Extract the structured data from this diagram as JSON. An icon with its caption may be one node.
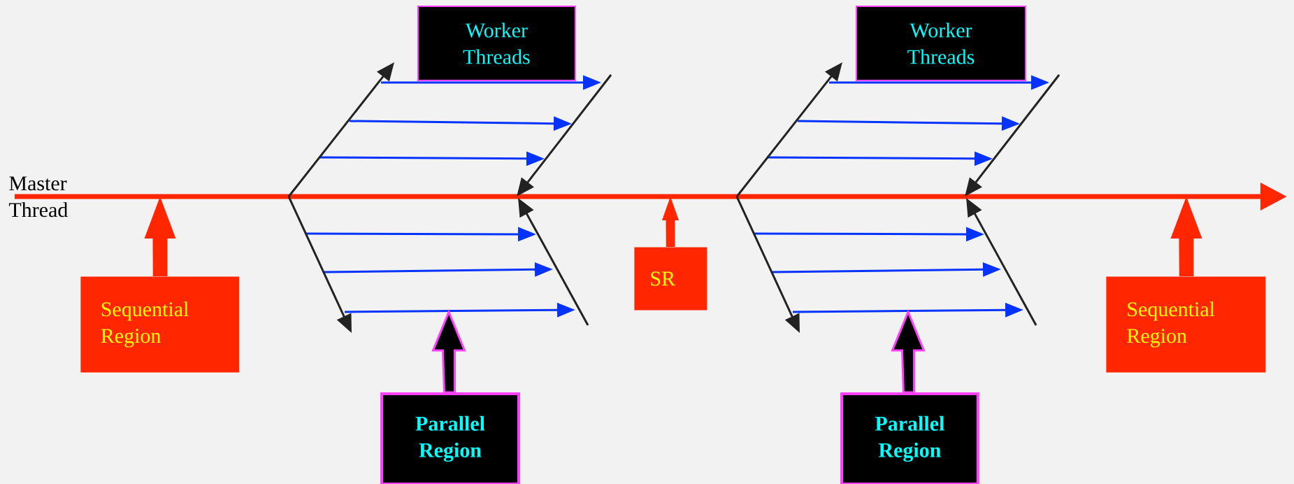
{
  "diagram": {
    "nodes": [
      {
        "text": [
          "Worker Threads"
        ]
      },
      {
        "text": [
          "Worker Threads"
        ]
      },
      {
        "text": [
          "Sequential Region"
        ]
      },
      {
        "text": [
          "Parallel Region"
        ]
      },
      {
        "text": [
          "SR"
        ]
      },
      {
        "text": [
          "Parallel Region"
        ]
      },
      {
        "text": [
          "Sequential Region"
        ]
      }
    ],
    "edges": [
      {
        "from": 2,
        "to": null,
        "arrow": "to"
      },
      {
        "from": 3,
        "to": null,
        "arrow": "to",
        "color": "#000000"
      },
      {
        "from": 4,
        "to": null,
        "arrow": "to"
      },
      {
        "from": 5,
        "to": null,
        "arrow": "to",
        "color": "#000000"
      },
      {
        "from": 6,
        "to": null,
        "arrow": "to"
      }
    ],
    "labels": [
      "Master Thread"
    ]
  }
}
